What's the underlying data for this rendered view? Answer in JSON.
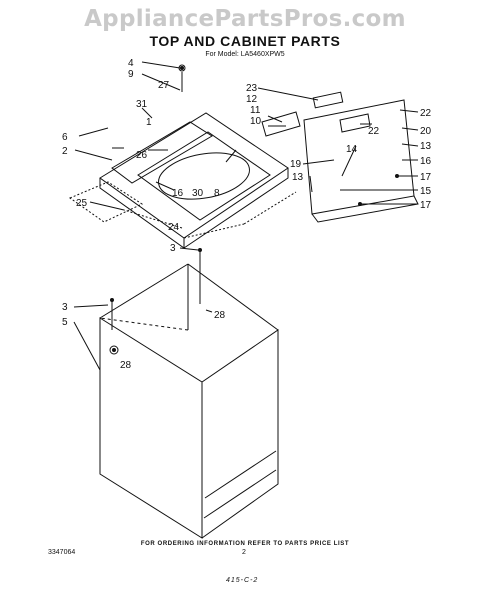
{
  "watermark": "AppliancePartsPros.com",
  "title": "TOP AND CABINET PARTS",
  "model": "For Model: LA5460XPW5",
  "footer": {
    "note": "FOR ORDERING INFORMATION REFER TO PARTS PRICE LIST",
    "doc_number": "3347064",
    "page": "2",
    "handwritten": "415-C-2"
  },
  "callouts": [
    "1",
    "2",
    "3",
    "3",
    "4",
    "5",
    "6",
    "8",
    "9",
    "10",
    "11",
    "12",
    "13",
    "13",
    "14",
    "15",
    "16",
    "16",
    "17",
    "17",
    "19",
    "20",
    "22",
    "22",
    "23",
    "24",
    "25",
    "26",
    "27",
    "28",
    "28",
    "30",
    "31"
  ]
}
